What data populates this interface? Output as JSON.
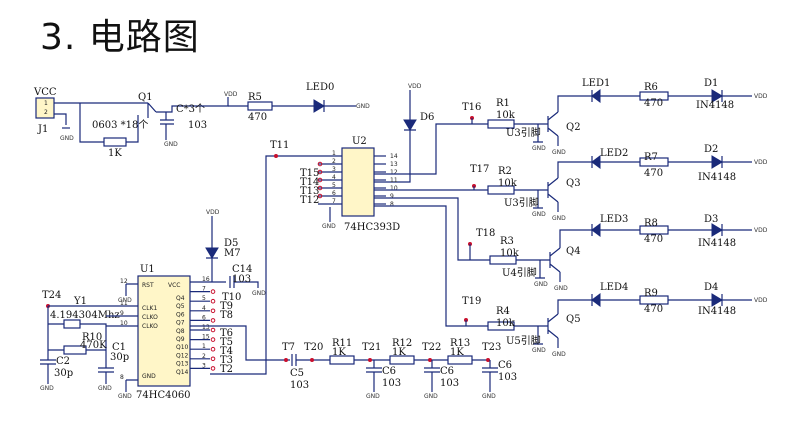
{
  "title": "3. 电路图",
  "power": {
    "vcc": "VCC",
    "vdd": "VDD",
    "gnd": "GND"
  },
  "labels": {
    "j1": "J1",
    "q1": "Q1",
    "r5": "R5",
    "r5v": "470",
    "led0": "LED0",
    "res0603": "0603 *18个",
    "r1k": "1K",
    "cap": "C*3个",
    "capv": "103",
    "d6": "D6",
    "t16": "T16",
    "r1": "R1",
    "r1v": "10k",
    "u3a": "U3引脚",
    "q2": "Q2",
    "led1": "LED1",
    "r6": "R6",
    "r6v": "470",
    "d1": "D1",
    "in4148": "IN4148",
    "t11": "T11",
    "u2": "U2",
    "u2name": "74HC393D",
    "t15": "T15",
    "t14": "T14",
    "t13": "T13",
    "t12": "T12",
    "t17": "T17",
    "r2": "R2",
    "r2v": "10k",
    "u3b": "U3引脚",
    "q3": "Q3",
    "led2": "LED2",
    "r7": "R7",
    "r7v": "470",
    "d2": "D2",
    "t18": "T18",
    "r3": "R3",
    "r3v": "10k",
    "u4": "U4引脚",
    "q4": "Q4",
    "led3": "LED3",
    "r8": "R8",
    "r8v": "470",
    "d3": "D3",
    "t19": "T19",
    "r4": "R4",
    "r4v": "10k",
    "u5": "U5引脚",
    "q5": "Q5",
    "led4": "LED4",
    "r9": "R9",
    "r9v": "470",
    "d4": "D4",
    "d5": "D5",
    "m7": "M7",
    "c14": "C14",
    "c14v": "103",
    "u1": "U1",
    "u1name": "74HC4060",
    "rst": "RST",
    "vccpin": "VCC",
    "clk1": "CLK1",
    "clko": "CLKO",
    "clko2": "CLKO",
    "gndpin": "GND",
    "t24": "T24",
    "y1": "Y1",
    "xtal": "4.194304Mhz",
    "r10": "R10",
    "r10v": "470K",
    "c1": "C1",
    "c1v": "30p",
    "c2": "C2",
    "c2v": "30p",
    "t10": "T10",
    "t9": "T9",
    "t8": "T8",
    "t6": "T6",
    "t5": "T5",
    "t4": "T4",
    "t3": "T3",
    "t2": "T2",
    "t7": "T7",
    "c5": "C5",
    "c5v": "103",
    "t20": "T20",
    "r11": "R11",
    "r11v": "1K",
    "t21": "T21",
    "c6a": "C6",
    "c6av": "103",
    "r12": "R12",
    "r12v": "1K",
    "t22": "T22",
    "c6b": "C6",
    "c6bv": "103",
    "r13": "R13",
    "r13v": "1K",
    "t23": "T23",
    "c6c": "C6",
    "c6cv": "103"
  },
  "u1_left_pins": [
    "12",
    "11",
    "9",
    "10",
    "8"
  ],
  "u1_right_pins": [
    "16",
    "7",
    "5",
    "4",
    "6",
    "13",
    "15",
    "1",
    "2",
    "3"
  ],
  "u1_right_names": [
    "Q4",
    "Q5",
    "Q6",
    "Q7",
    "Q8",
    "Q9",
    "Q10",
    "Q12",
    "Q13",
    "Q14"
  ],
  "u2_left_pins": [
    "1",
    "2",
    "3",
    "4",
    "5",
    "6",
    "7"
  ],
  "u2_right_pins": [
    "14",
    "13",
    "12",
    "11",
    "10",
    "9",
    "8"
  ],
  "colors": {
    "wire": "#1a2a7a",
    "testpoint": "#c8102e",
    "ic_fill": "#fff6c8"
  }
}
